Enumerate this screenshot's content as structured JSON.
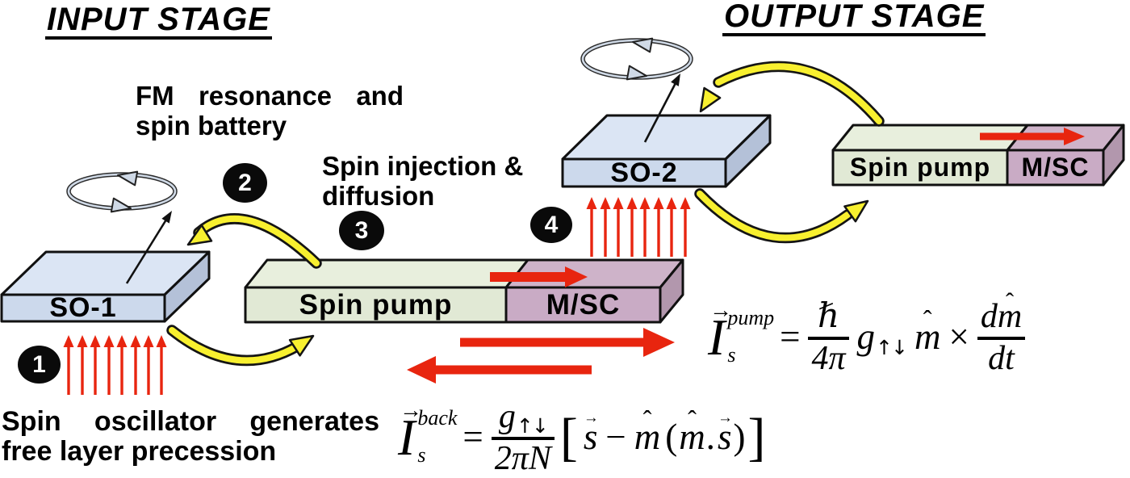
{
  "titles": {
    "input": "INPUT STAGE",
    "output": "OUTPUT STAGE"
  },
  "annotations": {
    "fm_line1": "FM resonance and",
    "fm_line2": "spin battery",
    "inj_line1": "Spin injection &",
    "inj_line2": "diffusion",
    "gen_line1": "Spin oscillator generates",
    "gen_line2": "free layer precession"
  },
  "steps": {
    "s1": "1",
    "s2": "2",
    "s3": "3",
    "s4": "4"
  },
  "blocks": {
    "so1": "SO-1",
    "so2": "SO-2",
    "pump_in": "Spin pump",
    "msc_in": "M/SC",
    "pump_out": "Spin pump",
    "msc_out": "M/SC"
  },
  "eq_back": {
    "vec": "→",
    "base": "I",
    "sup": "back",
    "sub": "s",
    "equals": "=",
    "num_g": "g",
    "num_sub": "↑↓",
    "den": "2πN",
    "open": "[",
    "s1": "s",
    "s1vec": "→",
    "minus": "−",
    "m1": "m",
    "m1hat": "ˆ",
    "lp": "(",
    "m2": "m",
    "m2hat": "ˆ",
    "dot": ".",
    "s2": "s",
    "s2vec": "→",
    "rp": ")",
    "close": "]"
  },
  "eq_pump": {
    "vec": "→",
    "base": "I",
    "sup": "pump",
    "sub": "s",
    "equals": "=",
    "num": "ℏ",
    "den": "4π",
    "g": "g",
    "gsub": "↑↓",
    "m": "m",
    "mhat": "ˆ",
    "times": "×",
    "num2d": "d",
    "num2m": "m",
    "num2hat": "ˆ",
    "den2": "dt"
  },
  "colors": {
    "block_blue": "#ccd9ec",
    "block_blue_top": "#dbe5f4",
    "block_blue_side": "#b4c1d8",
    "block_green": "#e1e9d5",
    "block_green_top": "#e8efdd",
    "block_mauve": "#c9abc5",
    "block_mauve_top": "#ceb3c9",
    "block_mauve_side": "#b297ad",
    "accent_red": "#e8250f",
    "accent_yellow": "#f8f02f",
    "ribbon_blue": "#cfd9e6",
    "step_black": "#0a0a0a"
  }
}
